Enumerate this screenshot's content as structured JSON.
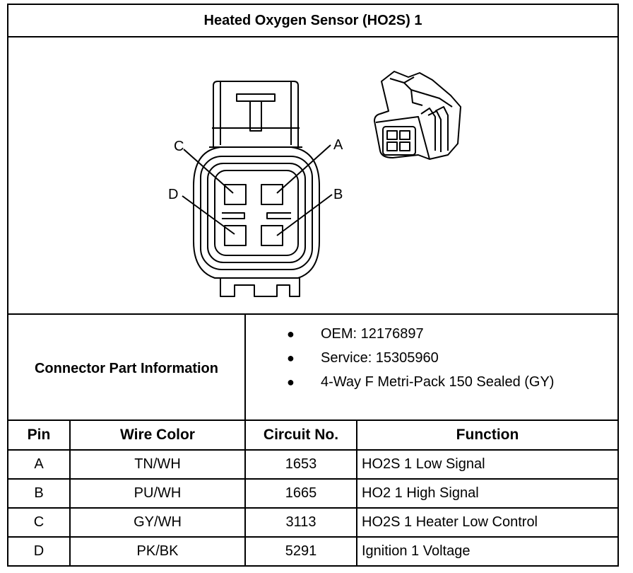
{
  "title": "Heated Oxygen Sensor (HO2S) 1",
  "diagram": {
    "pin_labels": [
      "A",
      "B",
      "C",
      "D"
    ]
  },
  "connector_info": {
    "label": "Connector Part Information",
    "items": [
      "OEM: 12176897",
      "Service: 15305960",
      "4-Way F Metri-Pack 150 Sealed (GY)"
    ]
  },
  "table": {
    "headers": [
      "Pin",
      "Wire Color",
      "Circuit No.",
      "Function"
    ],
    "rows": [
      [
        "A",
        "TN/WH",
        "1653",
        "HO2S 1 Low Signal"
      ],
      [
        "B",
        "PU/WH",
        "1665",
        "HO2 1 High Signal"
      ],
      [
        "C",
        "GY/WH",
        "3113",
        "HO2S 1 Heater Low Control"
      ],
      [
        "D",
        "PK/BK",
        "5291",
        "Ignition 1 Voltage"
      ]
    ]
  }
}
